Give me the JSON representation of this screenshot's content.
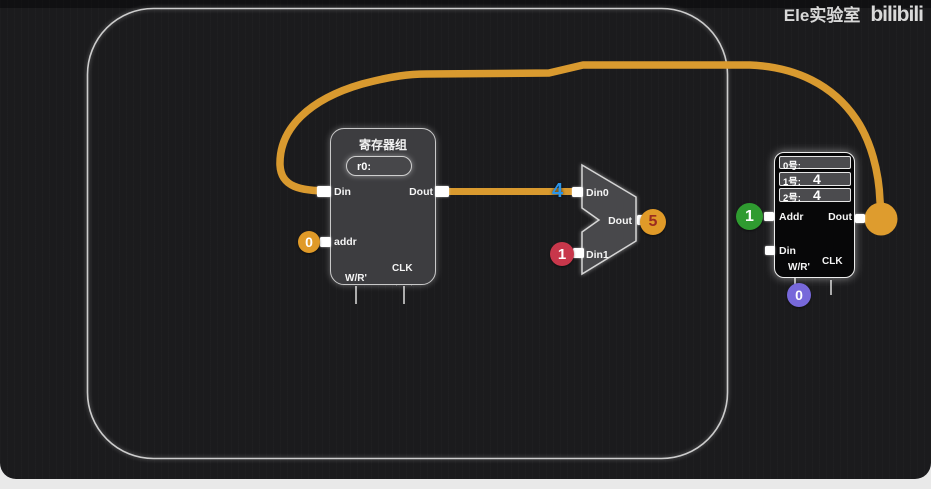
{
  "watermark": {
    "channel": "Ele实验室",
    "platform": "bilibili"
  },
  "register_file": {
    "title": "寄存器组",
    "register_row": "r0:",
    "ports": {
      "din": "Din",
      "dout": "Dout",
      "addr": "addr",
      "write_read": "W/R'",
      "clock": "CLK"
    },
    "addr_input_value": "0"
  },
  "multiplexer": {
    "ports": {
      "din0": "Din0",
      "din1": "Din1",
      "dout": "Dout"
    },
    "din0_wire_value": "4",
    "din1_input_value": "1",
    "dout_output_value": "5"
  },
  "memory": {
    "rows": [
      {
        "label": "0号:",
        "value": ""
      },
      {
        "label": "1号:",
        "value": "4"
      },
      {
        "label": "2号:",
        "value": "4"
      }
    ],
    "ports": {
      "addr": "Addr",
      "din": "Din",
      "dout": "Dout",
      "write_read": "W/R'",
      "clock": "CLK"
    },
    "addr_input_value": "1",
    "write_read_input_value": "0"
  },
  "colors": {
    "background": "#1b1b1d",
    "wire_orange": "#D99A2F",
    "wire_value_blue": "#2B95E9",
    "badge_orange": "#E09A28",
    "badge_orange_text": "#9A2C20",
    "badge_red": "#C8374B",
    "badge_green": "#2F9B30",
    "badge_purple": "#7768DA",
    "block_gray": "#3d3d40",
    "memory_black": "#070708"
  }
}
